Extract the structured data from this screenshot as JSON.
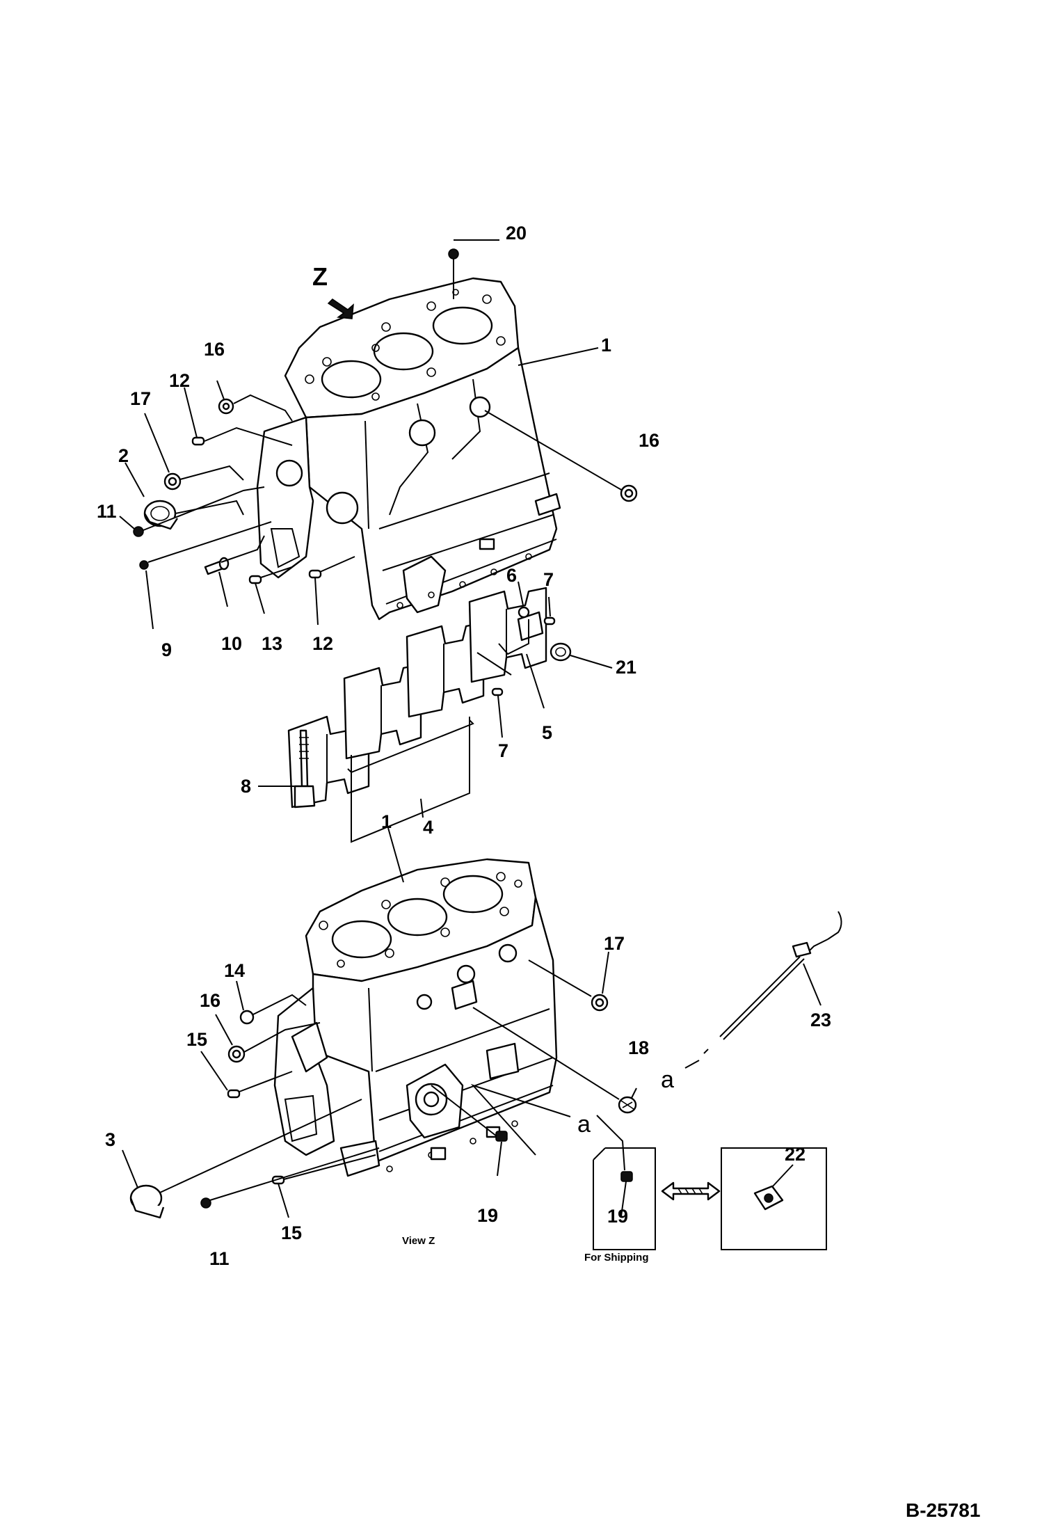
{
  "callouts": [
    {
      "id": "c20",
      "text": "20"
    },
    {
      "id": "cZ",
      "text": "Z"
    },
    {
      "id": "c1a",
      "text": "1"
    },
    {
      "id": "c16a",
      "text": "16"
    },
    {
      "id": "c12a",
      "text": "12"
    },
    {
      "id": "c17a",
      "text": "17"
    },
    {
      "id": "c16b",
      "text": "16"
    },
    {
      "id": "c2",
      "text": "2"
    },
    {
      "id": "c11a",
      "text": "11"
    },
    {
      "id": "c9",
      "text": "9"
    },
    {
      "id": "c10",
      "text": "10"
    },
    {
      "id": "c13",
      "text": "13"
    },
    {
      "id": "c12b",
      "text": "12"
    },
    {
      "id": "c6",
      "text": "6"
    },
    {
      "id": "c7a",
      "text": "7"
    },
    {
      "id": "c21",
      "text": "21"
    },
    {
      "id": "c7b",
      "text": "7"
    },
    {
      "id": "c5",
      "text": "5"
    },
    {
      "id": "c4",
      "text": "4"
    },
    {
      "id": "c8",
      "text": "8"
    },
    {
      "id": "c1b",
      "text": "1"
    },
    {
      "id": "c17b",
      "text": "17"
    },
    {
      "id": "c14",
      "text": "14"
    },
    {
      "id": "c16c",
      "text": "16"
    },
    {
      "id": "c15a",
      "text": "15"
    },
    {
      "id": "c23",
      "text": "23"
    },
    {
      "id": "ca1",
      "text": "a"
    },
    {
      "id": "c18",
      "text": "18"
    },
    {
      "id": "ca2",
      "text": "a"
    },
    {
      "id": "c3",
      "text": "3"
    },
    {
      "id": "c19a",
      "text": "19"
    },
    {
      "id": "c19b",
      "text": "19"
    },
    {
      "id": "c22",
      "text": "22"
    },
    {
      "id": "c15b",
      "text": "15"
    },
    {
      "id": "c11b",
      "text": "11"
    }
  ],
  "captions": {
    "view_z": "View Z",
    "for_shipping": "For Shipping"
  },
  "drawing_number": "B-25781"
}
